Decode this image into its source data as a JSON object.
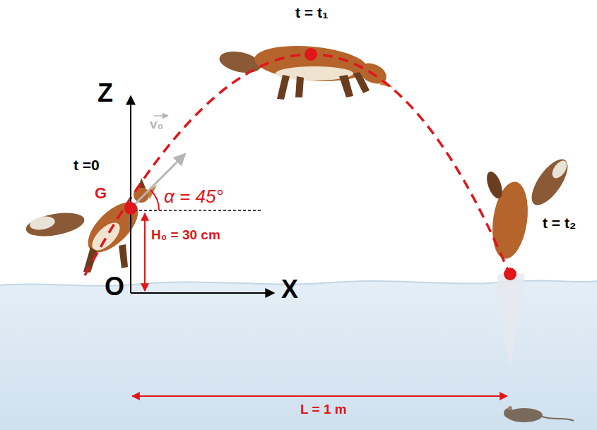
{
  "diagram": {
    "labels": [
      "t = t₁",
      "Z",
      "v₀",
      "t =0",
      "α = 45°",
      "G",
      "H₀ = 30 cm",
      "O",
      "X",
      "t = t₂",
      "L = 1 m"
    ]
  }
}
